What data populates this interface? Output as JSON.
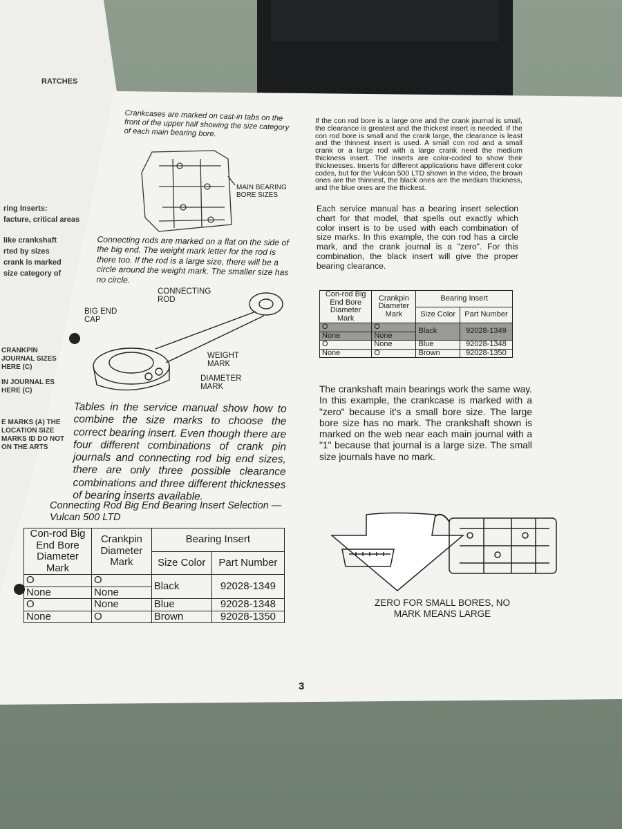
{
  "left_page_fragments": [
    "RATCHES",
    "ring Inserts:",
    "facture, critical areas",
    "like crankshaft",
    "rted by sizes",
    "crank is marked",
    "size category of",
    "CRANKPIN JOURNAL SIZES HERE (C)",
    "IN JOURNAL ES HERE (C)",
    "E MARKS (A) THE LOCATION SIZE MARKS ID DO NOT ON THE ARTS"
  ],
  "left_column": {
    "crankcase_caption": "Crankcases are marked on cast-in tabs on the front of the upper half showing the size category of each main bearing bore.",
    "crankcase_label": "MAIN BEARING BORE SIZES",
    "rod_caption": "Connecting rods are marked on a flat on the side of the big end. The weight mark letter for the rod is there too. If the rod is a large size, there will be a circle around the weight mark. The smaller size has no circle.",
    "rod_labels": {
      "rod": "CONNECTING ROD",
      "cap": "BIG END CAP",
      "weight": "WEIGHT MARK",
      "diameter": "DIAMETER MARK"
    },
    "tables_paragraph": "Tables in the service manual show how to combine the size marks to choose the correct bearing insert. Even though there are four different combinations of crank pin journals and connecting rod big end sizes, there are only three possible clearance combinations and three different thicknesses of bearing inserts available.",
    "table_title": "Connecting Rod Big End Bearing Insert Selection — Vulcan 500 LTD"
  },
  "right_column": {
    "para1": "If the con rod bore is a large one and the crank journal is small, the clearance is greatest and the thickest insert is needed. If the con rod bore is small and the crank large, the clearance is least and the thinnest insert is used. A small con rod and a small crank or a large rod with a large crank need the medium thickness insert. The inserts are color-coded to show their thicknesses. Inserts for different applications have different color codes, but for the Vulcan 500 LTD shown in the video, the brown ones are the thinnest, the black ones are the medium thickness, and the blue ones are the thickest.",
    "para2": "Each service manual has a bearing insert selection chart for that model, that spells out exactly which color insert is to be used with each combination of size marks. In this example, the con rod has a circle mark, and the crank journal is a \"zero\". For this combination, the black insert will give the proper bearing clearance.",
    "para3": "The crankshaft main bearings work the same way. In this example, the crankcase is marked with a \"zero\" because it's a small bore size. The large bore size has no mark. The crankshaft shown is marked on the web near each main journal with a \"1\" because that journal is a large size. The small size journals have no mark.",
    "figure_caption": "ZERO FOR SMALL BORES, NO MARK MEANS LARGE"
  },
  "bearing_table": {
    "headers": {
      "bore": "Con-rod Big End Bore Diameter Mark",
      "crankpin": "Crankpin Diameter Mark",
      "insert": "Bearing Insert",
      "color": "Size Color",
      "part": "Part Number"
    },
    "rows": [
      {
        "bore": "O",
        "crankpin": "O"
      },
      {
        "bore": "None",
        "crankpin": "None",
        "color": "Black",
        "part": "92028-1349"
      },
      {
        "bore": "O",
        "crankpin": "None",
        "color": "Blue",
        "part": "92028-1348"
      },
      {
        "bore": "None",
        "crankpin": "O",
        "color": "Brown",
        "part": "92028-1350"
      }
    ]
  },
  "page_number": "3",
  "colors": {
    "paper": "#f3f3ef",
    "background": "#7f8e80",
    "binder": "#1b1c1e",
    "shade": "#9a9a98"
  }
}
